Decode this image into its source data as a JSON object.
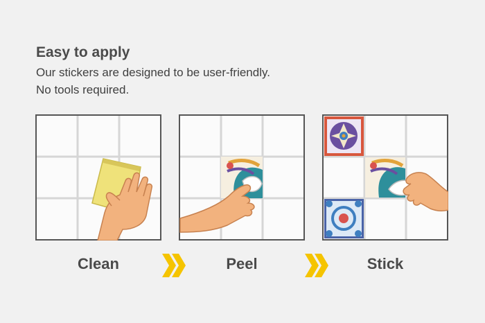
{
  "heading": "Easy to apply",
  "description": {
    "line1": "Our stickers are designed to be user-friendly.",
    "line2": "No tools required."
  },
  "steps": [
    {
      "label": "Clean"
    },
    {
      "label": "Peel"
    },
    {
      "label": "Stick"
    }
  ],
  "colors": {
    "background": "#f1f1f1",
    "tile_white": "#fbfbfb",
    "grout": "#d4d4d4",
    "frame": "#555555",
    "chevron": "#f5c400",
    "sponge": "#efe27a",
    "skin": "#f2b27e",
    "sticker_teal": "#2e8f9b",
    "sticker_purple": "#6a4fa0",
    "sticker_blue": "#3f7fc0"
  },
  "icons": [
    "chevron-right-double-icon",
    "hand-icon",
    "sponge-icon",
    "sticker-tile-icon"
  ]
}
